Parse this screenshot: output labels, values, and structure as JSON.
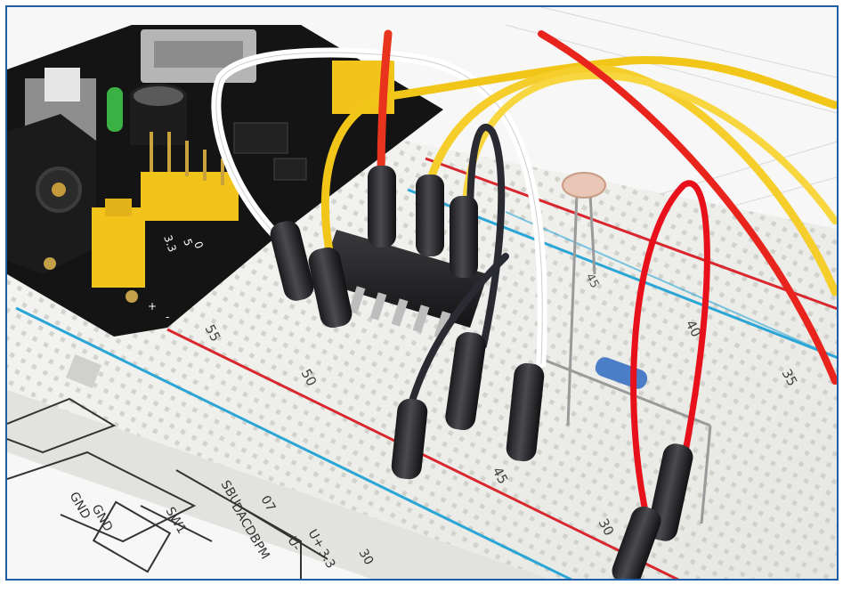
{
  "photo": {
    "subject": "Breadboard prototype with power supply module, DIP IC, jumper wires, photoresistor and resistor",
    "frame_color": "#1f5fa8"
  },
  "breadboard": {
    "column_labels": [
      "55",
      "50",
      "45",
      "40",
      "35",
      "30",
      "45"
    ],
    "rail_colors": {
      "positive": "#d9272e",
      "negative": "#2aa6d6"
    }
  },
  "power_module": {
    "pin_labels": [
      "3.3",
      "5",
      "0",
      "+",
      "-"
    ]
  },
  "schematic": {
    "labels": [
      "GND",
      "GND",
      "SBU",
      "DACDBPM",
      "07",
      "U-",
      "U+",
      "SW1",
      "3.3",
      "30"
    ]
  },
  "wire_colors": [
    "#f2c618",
    "#e8241c",
    "#ffffff",
    "#2a2a33",
    "#fbd42a"
  ]
}
